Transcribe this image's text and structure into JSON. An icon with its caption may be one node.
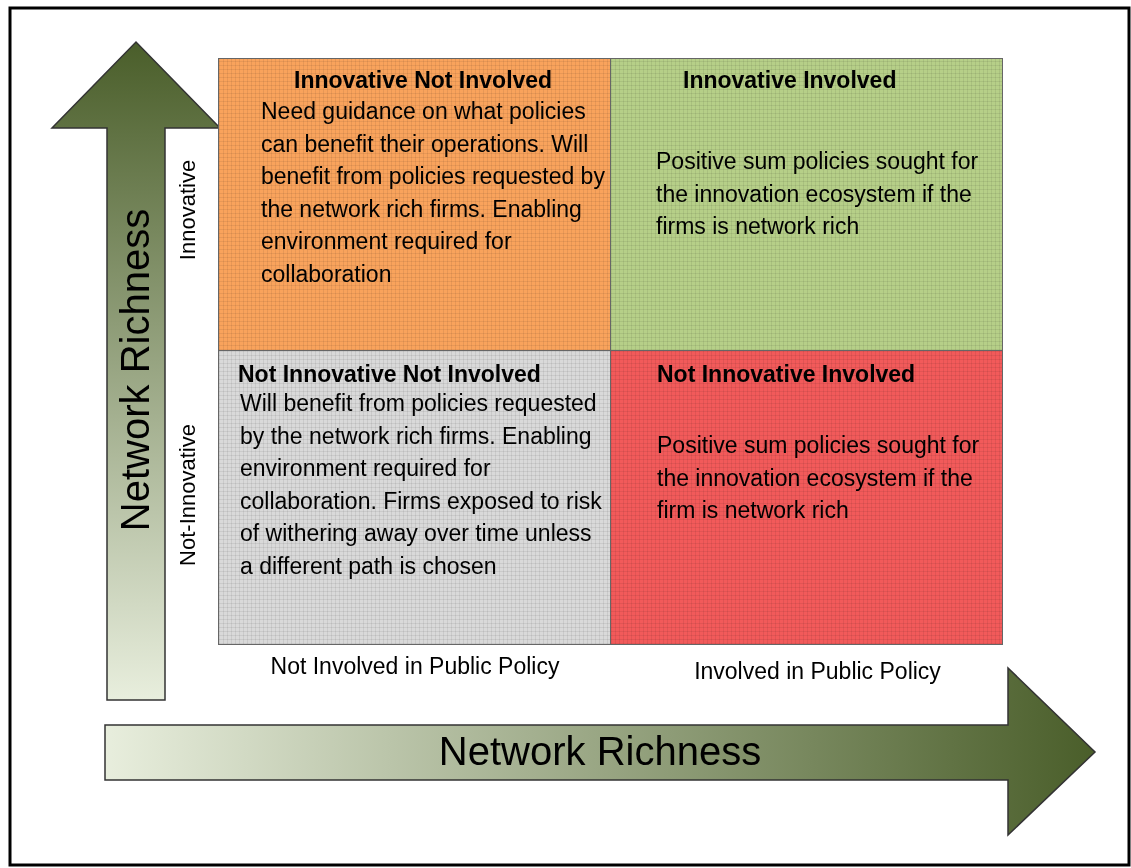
{
  "diagram": {
    "nodes": [
      {
        "text": [
          "Innovative Not Involved",
          "Need guidance on what policies can benefit their operations. Will benefit from policies requested by the network rich firms. Enabling environment required for collaboration"
        ]
      },
      {
        "text": [
          "Innovative Involved",
          "Positive sum policies sought for the innovation ecosystem if the firms is network rich"
        ]
      },
      {
        "text": [
          "Not Innovative Not Involved",
          "Will benefit from policies requested by the network rich firms. Enabling environment required for collaboration. Firms exposed to risk of withering away over time unless a different path is chosen"
        ]
      },
      {
        "text": [
          "Not Innovative Involved",
          "Positive sum policies sought for the innovation ecosystem if the firm is network rich"
        ]
      }
    ],
    "edges": [],
    "labels": [
      "Network Richness",
      "Innovative",
      "Not-Innovative",
      "Not Involved in Public Policy",
      "Involved in Public Policy",
      "Network Richness"
    ]
  }
}
